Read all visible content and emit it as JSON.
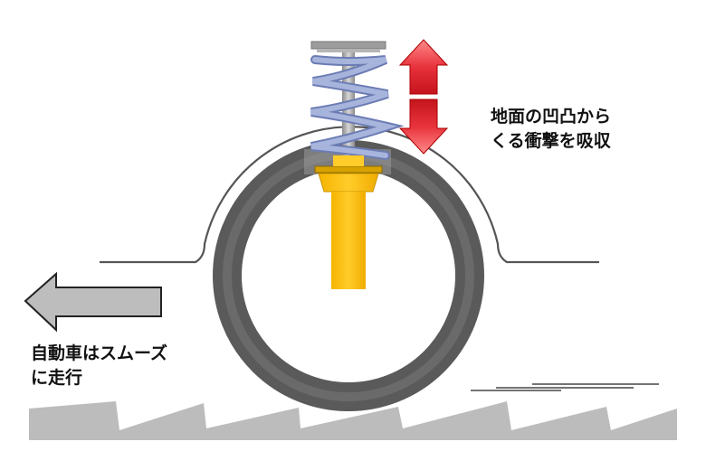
{
  "labels": {
    "shock_absorption": [
      "地面の凹凸から",
      "くる衝撃を吸収"
    ],
    "smooth_drive": [
      "自動車はスムーズ",
      "に走行"
    ]
  },
  "colors": {
    "tire": "#5a5a5a",
    "tire_inner_band": "#6f6f6f",
    "spring": "#a7b4dc",
    "spring_stroke": "#6c7cb4",
    "damper": "#fbbf14",
    "damper_dark": "#d99a00",
    "road": "#bcbcbc",
    "arrow_red": "#e8323c",
    "arrow_grey": "#bdbdbd",
    "body_line": "#555555"
  },
  "icons": {
    "updown_arrow": "double-headed-vertical-arrow",
    "direction_arrow": "left-arrow"
  }
}
